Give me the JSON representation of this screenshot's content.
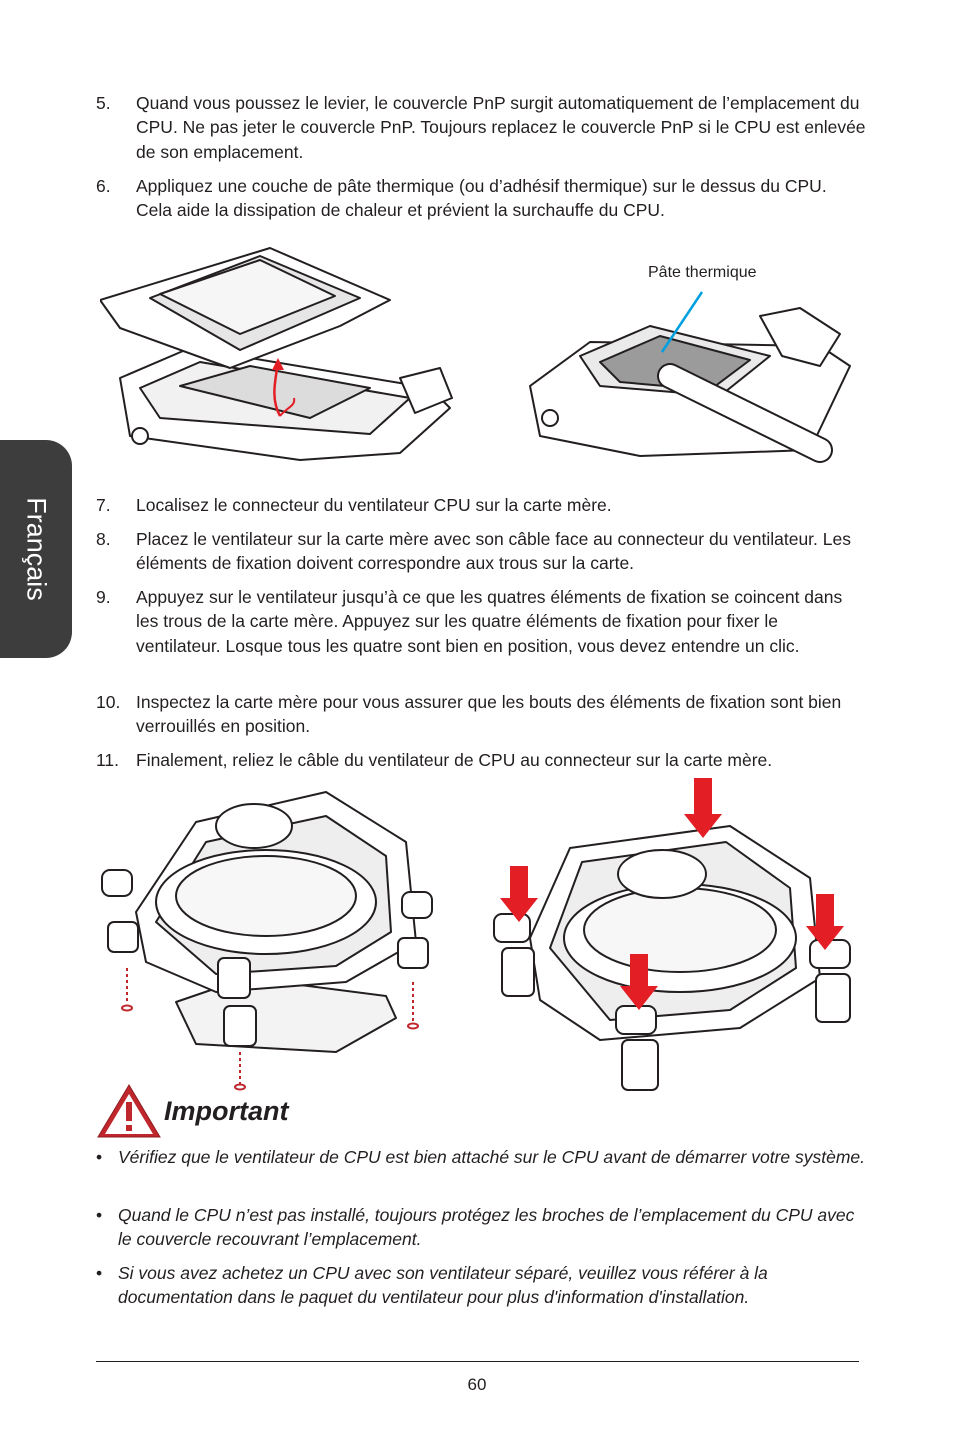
{
  "side_tab": {
    "label": "Français"
  },
  "steps_top": [
    {
      "num": "5.",
      "text": "Quand vous poussez le levier, le couvercle PnP surgit automatiquement de l’emplacement du CPU. Ne pas jeter le couvercle PnP. Toujours replacez le couvercle PnP si le CPU est enlevée de son emplacement."
    },
    {
      "num": "6.",
      "text": "Appliquez une couche de pâte thermique (ou d’adhésif thermique) sur le dessus du CPU. Cela aide la dissipation de chaleur et prévient la surchauffe du CPU."
    }
  ],
  "figure_label": "Pâte thermique",
  "steps_bottom": [
    {
      "num": "7.",
      "text": "Localisez le connecteur du ventilateur CPU sur la carte mère."
    },
    {
      "num": "8.",
      "text": "Placez le ventilateur sur la carte mère avec son câble face au connecteur du ventilateur. Les éléments de fixation doivent correspondre aux trous sur la carte."
    },
    {
      "num": "9.",
      "text": "Appuyez sur le ventilateur jusqu’à ce que les quatres éléments de fixation se coincent dans les trous de la carte mère. Appuyez sur les quatre éléments de fixation pour fixer le ventilateur. Losque tous les quatre sont bien en position, vous devez entendre un clic."
    },
    {
      "num": "10.",
      "text": "Inspectez la carte mère pour vous assurer que les bouts des éléments de fixation sont bien verrouillés en position."
    },
    {
      "num": "11.",
      "text": "Finalement, reliez le câble du ventilateur de CPU au connecteur sur la carte mère."
    }
  ],
  "important": {
    "title": "Important",
    "bullets": [
      "Vérifiez que le ventilateur de CPU est bien attaché sur le CPU avant de démarrer votre système.",
      "Quand le CPU n’est pas installé, toujours protégez les broches de l’emplacement du CPU avec le couvercle recouvrant l’emplacement.",
      "Si vous avez achetez un CPU avec son ventilateur séparé, veuillez vous référer à la documentation dans le paquet du ventilateur pour plus d'information d'installation."
    ]
  },
  "page_number": "60",
  "colors": {
    "tab": "#3d3d3d",
    "arrow_red": "#e31e24",
    "warning_red": "#c0272d",
    "thermal_blue": "#00a0e0",
    "paste_gray": "#9b9b9b"
  }
}
